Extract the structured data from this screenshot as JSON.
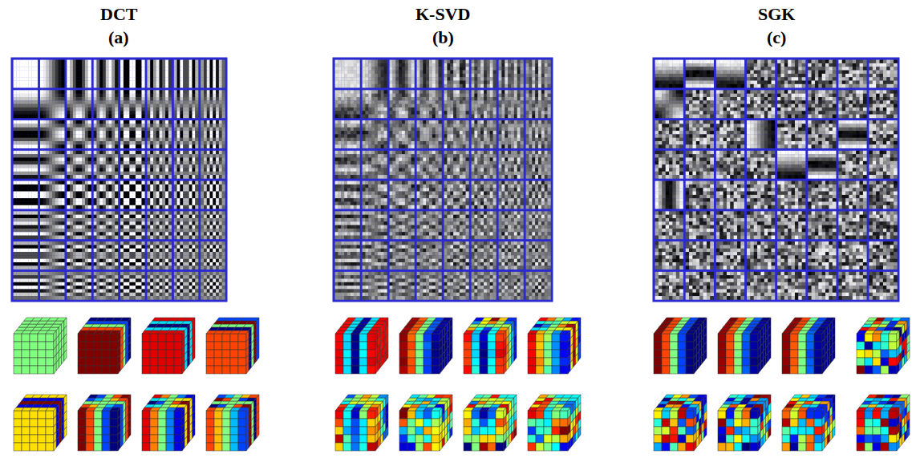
{
  "diagram": {
    "labels": [
      "DCT",
      "(a)",
      "K-SVD",
      "(b)",
      "SGK",
      "(c)"
    ]
  }
}
